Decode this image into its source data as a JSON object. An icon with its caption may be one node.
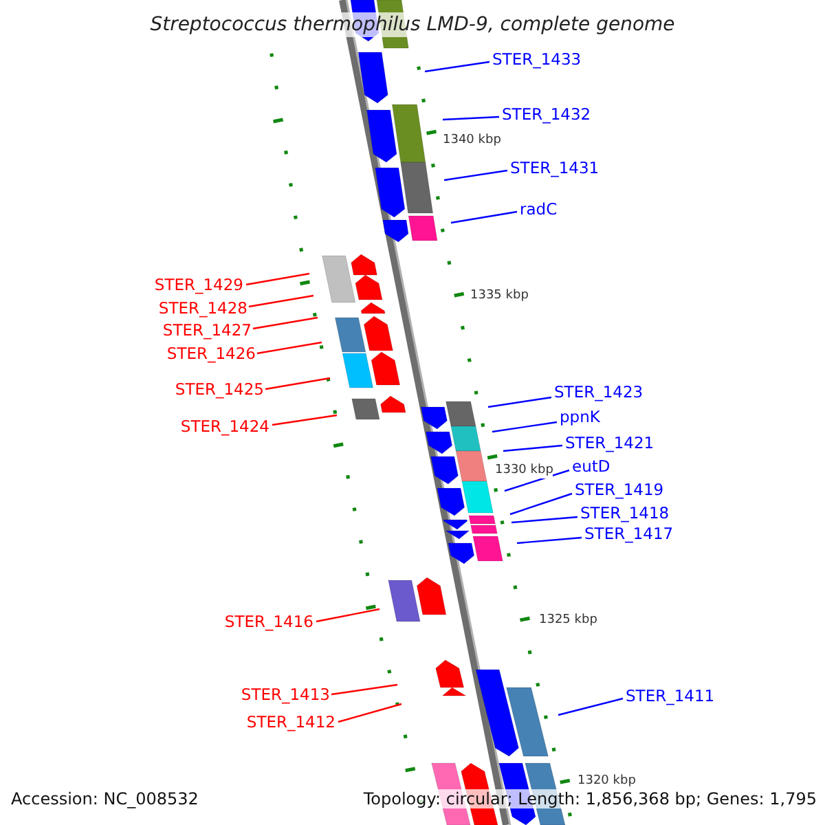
{
  "diagram": {
    "title": "Streptococcus thermophilus LMD-9, complete genome",
    "nodes": [
      {
        "text": [
          "STER_1433"
        ]
      },
      {
        "text": [
          "STER_1432"
        ]
      },
      {
        "text": [
          "STER_1431"
        ]
      },
      {
        "text": [
          "radC"
        ]
      },
      {
        "text": [
          "STER_1429"
        ]
      },
      {
        "text": [
          "STER_1428"
        ]
      },
      {
        "text": [
          "STER_1427"
        ]
      },
      {
        "text": [
          "STER_1426"
        ]
      },
      {
        "text": [
          "STER_1425"
        ]
      },
      {
        "text": [
          "STER_1424"
        ]
      },
      {
        "text": [
          "STER_1423"
        ]
      },
      {
        "text": [
          "ppnK"
        ]
      },
      {
        "text": [
          "STER_1421"
        ]
      },
      {
        "text": [
          "eutD"
        ]
      },
      {
        "text": [
          "STER_1419"
        ]
      },
      {
        "text": [
          "STER_1418"
        ]
      },
      {
        "text": [
          "STER_1417"
        ]
      },
      {
        "text": [
          "STER_1416"
        ]
      },
      {
        "text": [
          "STER_1413"
        ]
      },
      {
        "text": [
          "STER_1412"
        ]
      },
      {
        "text": [
          "STER_1411"
        ]
      }
    ],
    "edges": [
      {
        "from": 0,
        "to": null,
        "arrow": "none"
      },
      {
        "from": 1,
        "to": null,
        "arrow": "none"
      },
      {
        "from": 2,
        "to": null,
        "arrow": "none"
      },
      {
        "from": 3,
        "to": null,
        "arrow": "none"
      },
      {
        "from": 4,
        "to": null,
        "arrow": "none",
        "color": "#ff0000"
      },
      {
        "from": 5,
        "to": null,
        "arrow": "none",
        "color": "#ff0000"
      },
      {
        "from": 6,
        "to": null,
        "arrow": "none",
        "color": "#ff0000"
      },
      {
        "from": 7,
        "to": null,
        "arrow": "none",
        "color": "#ff0000"
      },
      {
        "from": 8,
        "to": null,
        "arrow": "none",
        "color": "#ff0000"
      },
      {
        "from": 9,
        "to": null,
        "arrow": "none",
        "color": "#ff0000"
      },
      {
        "from": 10,
        "to": null,
        "arrow": "none"
      },
      {
        "from": 11,
        "to": null,
        "arrow": "none"
      },
      {
        "from": 12,
        "to": null,
        "arrow": "none"
      },
      {
        "from": 13,
        "to": null,
        "arrow": "none"
      },
      {
        "from": 14,
        "to": null,
        "arrow": "none"
      },
      {
        "from": 15,
        "to": null,
        "arrow": "none"
      },
      {
        "from": 16,
        "to": null,
        "arrow": "none"
      },
      {
        "from": 17,
        "to": null,
        "arrow": "none",
        "color": "#ff0000"
      },
      {
        "from": 18,
        "to": null,
        "arrow": "none",
        "color": "#ff0000"
      },
      {
        "from": 19,
        "to": null,
        "arrow": "none",
        "color": "#ff0000"
      },
      {
        "from": 20,
        "to": null,
        "arrow": "none"
      }
    ],
    "labels": [
      "1340 kbp",
      "1335 kbp",
      "1330 kbp",
      "1325 kbp",
      "1320 kbp",
      "Accession: NC_008532",
      "Topology: circular; Length: 1,856,368 bp; Genes: 1,795"
    ]
  }
}
